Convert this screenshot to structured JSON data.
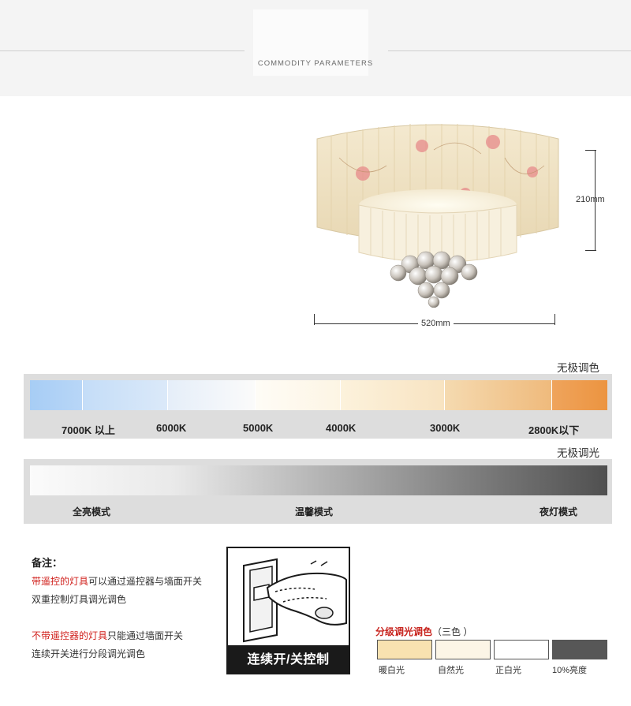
{
  "header": {
    "title": "COMMODITY PARAMETERS"
  },
  "product": {
    "height_label": "210mm",
    "width_label": "520mm"
  },
  "color_temp": {
    "title": "无极调色",
    "segments": [
      {
        "color_from": "#a7cdf5",
        "color_to": "#b8d6f7"
      },
      {
        "color_from": "#c4ddf8",
        "color_to": "#dbe9f9"
      },
      {
        "color_from": "#e5eef9",
        "color_to": "#fbfbfa"
      },
      {
        "color_from": "#fefcf6",
        "color_to": "#fdf5e4"
      },
      {
        "color_from": "#fcf2dc",
        "color_to": "#f8e3c1"
      },
      {
        "color_from": "#f5dab0",
        "color_to": "#efba7c"
      },
      {
        "color_from": "#efa45c",
        "color_to": "#ec9440"
      }
    ],
    "labels": [
      "7000K 以上",
      "6000K",
      "5000K",
      "4000K",
      "3000K",
      "2800K以下"
    ]
  },
  "brightness": {
    "title": "无极调光",
    "labels": [
      "全亮模式",
      "温馨模式",
      "夜灯模式"
    ]
  },
  "notes": {
    "title": "备注：",
    "line1_red": "带遥控的灯具",
    "line1_rest": "可以通过遥控器与墙面开关",
    "line2": "双重控制灯具调光调色",
    "line3_red": "不带遥控器的灯具",
    "line3_rest": "只能通过墙面开关",
    "line4": "连续开关进行分段调光调色"
  },
  "switch": {
    "caption": "连续开/关控制"
  },
  "tri_color": {
    "title": "分级调光调色",
    "subtitle": "（三色 ）",
    "swatches": [
      {
        "label": "暖白光",
        "color": "#f8e2b0"
      },
      {
        "label": "自然光",
        "color": "#fcf5e6"
      },
      {
        "label": "正白光",
        "color": "#ffffff"
      },
      {
        "label": "10%亮度",
        "color": "#575757"
      }
    ]
  }
}
